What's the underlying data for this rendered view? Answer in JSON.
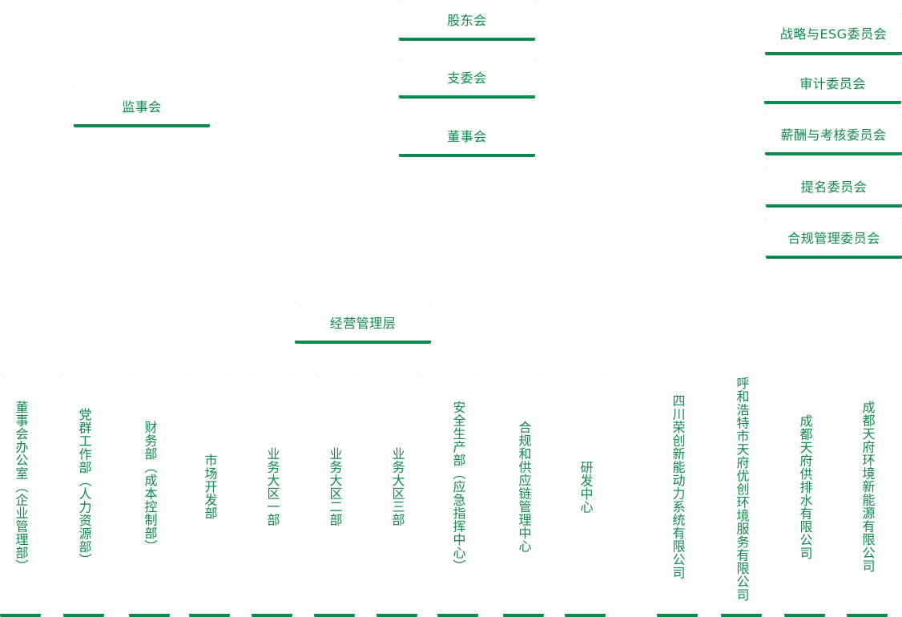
{
  "chart_title": "",
  "colors": {
    "accent": "#0a8a4f",
    "text": "#12894f",
    "background": "#ffffff"
  },
  "top_nodes": {
    "shareholders": "股东会",
    "party_committee": "支委会",
    "board": "董事会",
    "supervisory_board": "监事会",
    "management": "经营管理层"
  },
  "committees": [
    {
      "label": "战略与ESG委员会"
    },
    {
      "label": "审计委员会"
    },
    {
      "label": "薪酬与考核委员会"
    },
    {
      "label": "提名委员会"
    },
    {
      "label": "合规管理委员会"
    }
  ],
  "departments": [
    {
      "label": "董事会办公室（企业管理部）"
    },
    {
      "label": "党群工作部（人力资源部）"
    },
    {
      "label": "财务部（成本控制部）"
    },
    {
      "label": "市场开发部"
    },
    {
      "label": "业务大区一部"
    },
    {
      "label": "业务大区二部"
    },
    {
      "label": "业务大区三部"
    },
    {
      "label": "安全生产部（应急指挥中心）"
    },
    {
      "label": "合规和供应链管理中心"
    },
    {
      "label": "研发中心"
    }
  ],
  "subsidiaries": [
    {
      "label": "四川荣创新能动力系统有限公司"
    },
    {
      "label": "呼和浩特市天府优创环境服务有限公司"
    },
    {
      "label": "成都天府供排水有限公司"
    },
    {
      "label": "成都天府环境新能源有限公司"
    }
  ]
}
